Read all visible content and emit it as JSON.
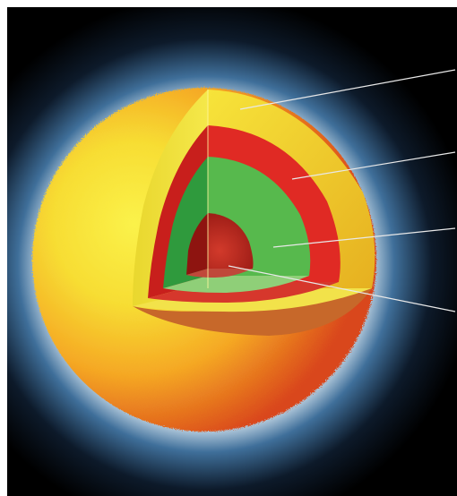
{
  "figure": {
    "subject": "sun-interior-cutaway",
    "labels": [],
    "colors": {
      "background": "#000000",
      "frame": "#ffffff",
      "corona_inner": "#3f6f9a",
      "surface_light": "#f5ea3a",
      "surface_mid": "#f5b722",
      "surface_dark": "#e46a1d",
      "layer_outer": "#f0e345",
      "layer_red": "#e02a24",
      "layer_green": "#57b94d",
      "core": "#a81c16",
      "leader_line": "#e8e8e8"
    },
    "layers": [
      {
        "name": "outer-layer"
      },
      {
        "name": "red-layer"
      },
      {
        "name": "green-layer"
      },
      {
        "name": "core"
      }
    ]
  }
}
